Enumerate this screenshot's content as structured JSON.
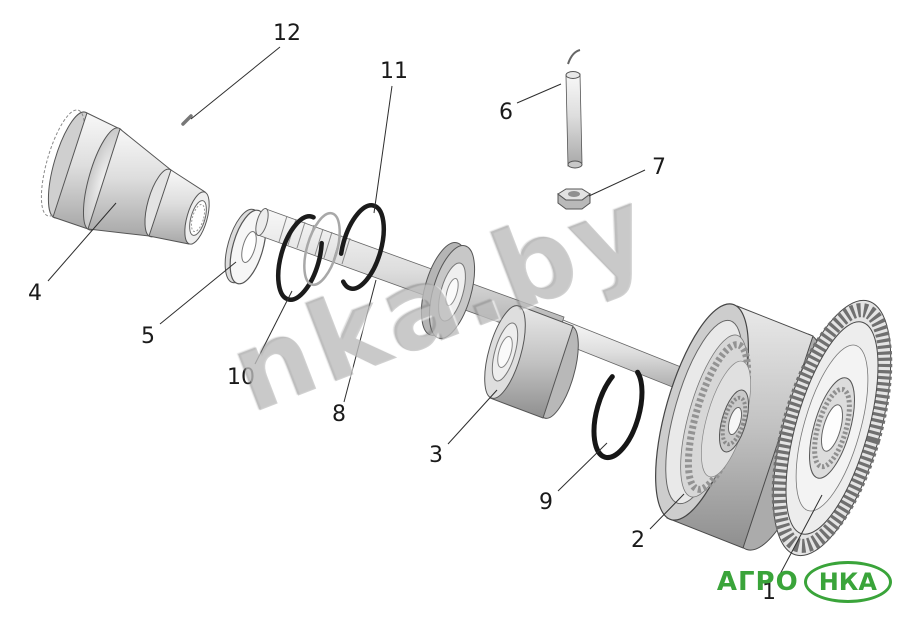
{
  "figure": {
    "background_color": "#ffffff",
    "line_color": "#2e2e2e"
  },
  "watermark": {
    "text": "nka.by",
    "color": "#949494"
  },
  "logo": {
    "prefix": "АГРО",
    "suffix": "НКА",
    "color": "#3aa43a"
  },
  "callouts": [
    {
      "label": "1"
    },
    {
      "label": "2"
    },
    {
      "label": "3"
    },
    {
      "label": "4"
    },
    {
      "label": "5"
    },
    {
      "label": "6"
    },
    {
      "label": "7"
    },
    {
      "label": "8"
    },
    {
      "label": "9"
    },
    {
      "label": "10"
    },
    {
      "label": "11"
    },
    {
      "label": "12"
    }
  ]
}
